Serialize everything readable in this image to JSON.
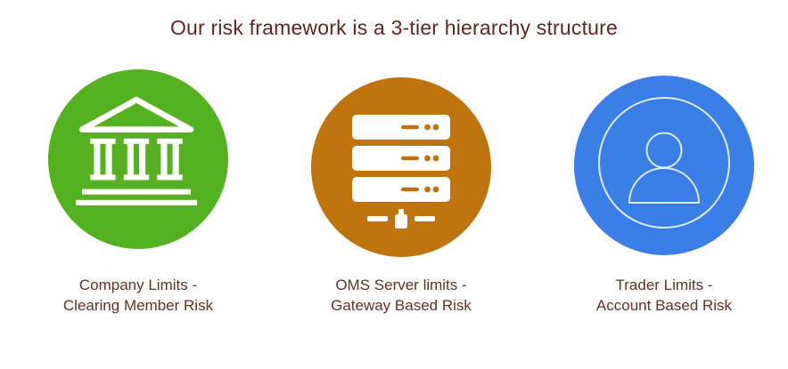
{
  "title": "Our risk framework is a 3-tier hierarchy structure",
  "colors": {
    "background": "#FFFFFF",
    "title_text": "#5E2721",
    "caption_text": "#613021",
    "tier_green": "#54B120",
    "tier_orange": "#C0740E",
    "tier_blue": "#3B7EE8",
    "icon_color": "#FFFFFF"
  },
  "tiers": [
    {
      "name": "company-limits",
      "icon": "bank-icon",
      "badge_color": "#54B120",
      "caption_line1": "Company Limits -",
      "caption_line2": "Clearing Member Risk"
    },
    {
      "name": "oms-server-limits",
      "icon": "server-icon",
      "badge_color": "#C0740E",
      "caption_line1": "OMS Server limits -",
      "caption_line2": "Gateway Based Risk"
    },
    {
      "name": "trader-limits",
      "icon": "user-icon",
      "badge_color": "#3B7EE8",
      "caption_line1": "Trader Limits -",
      "caption_line2": "Account Based Risk"
    }
  ]
}
